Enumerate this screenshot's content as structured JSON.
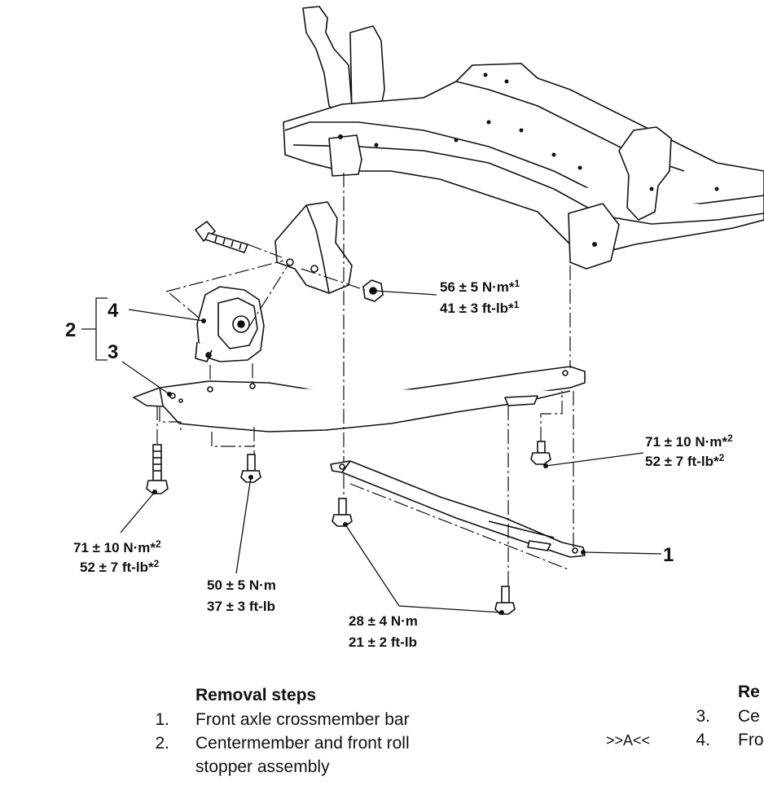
{
  "callouts": {
    "c1": "1",
    "c2": "2",
    "c3": "3",
    "c4": "4"
  },
  "torques": {
    "upper_right_nm": "56 ± 5 N·m*",
    "upper_right_nm_sup": "1",
    "upper_right_ft": "41 ± 3 ft-lb*",
    "upper_right_ft_sup": "1",
    "mid_right_nm": "71 ± 10 N·m*",
    "mid_right_nm_sup": "2",
    "mid_right_ft": "52 ± 7 ft-lb*",
    "mid_right_ft_sup": "2",
    "left_nm": "71 ± 10 N·m*",
    "left_nm_sup": "2",
    "left_ft": "52 ± 7 ft-lb*",
    "left_ft_sup": "2",
    "center_nm": "50 ± 5 N·m",
    "center_ft": "37 ± 3 ft-lb",
    "bottom_nm": "28 ± 4 N·m",
    "bottom_ft": "21 ± 2 ft-lb"
  },
  "removal_steps": {
    "heading": "Removal steps",
    "items": [
      {
        "num": "1.",
        "text": "Front axle crossmember bar"
      },
      {
        "num": "2.",
        "text": "Centermember and front roll"
      },
      {
        "num": "",
        "text": "stopper assembly"
      }
    ]
  },
  "right_column": {
    "heading": "Re",
    "items": [
      {
        "marker": "",
        "num": "3.",
        "text": "Ce"
      },
      {
        "marker": ">>A<<",
        "num": "4.",
        "text": "Fro"
      }
    ]
  }
}
